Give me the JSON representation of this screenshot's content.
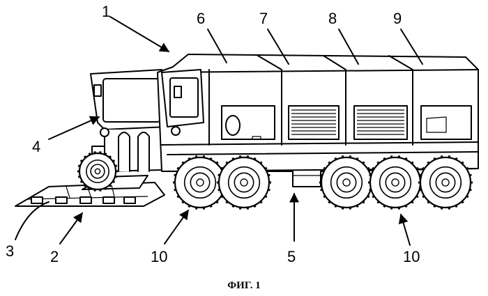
{
  "figure": {
    "caption": "ФИГ. 1",
    "labels": {
      "vehicle": "1",
      "front_attachment": "2",
      "front_blade": "3",
      "cab": "4",
      "frame": "5",
      "module_1": "6",
      "module_2": "7",
      "module_3": "8",
      "module_4": "9",
      "wheels_front": "10",
      "wheels_rear": "10"
    }
  }
}
